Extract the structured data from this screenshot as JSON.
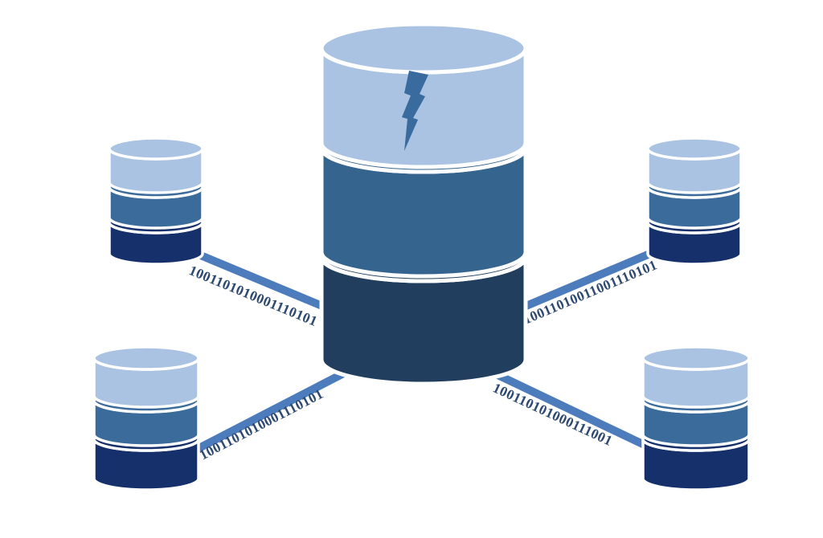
{
  "diagram": {
    "type": "database-replication-diagram",
    "background": "#ffffff",
    "colors": {
      "light": "#aac3e2",
      "medium": "#35648f",
      "satellite_medium": "#3a6b9b",
      "dark": "#223e5e",
      "navy": "#15306b",
      "link": "#4d7cbd",
      "binary_text": "#2e4a70",
      "bolt": "#3a6b9e",
      "separator": "#ffffff"
    },
    "central_database": {
      "name": "central-database",
      "segments": [
        "light",
        "medium",
        "dark"
      ],
      "icon": "lightning-bolt"
    },
    "satellites": [
      {
        "position": "top-left",
        "segments": [
          "light",
          "satellite_medium",
          "navy"
        ]
      },
      {
        "position": "top-right",
        "segments": [
          "light",
          "satellite_medium",
          "navy"
        ]
      },
      {
        "position": "bottom-left",
        "segments": [
          "light",
          "satellite_medium",
          "navy"
        ]
      },
      {
        "position": "bottom-right",
        "segments": [
          "light",
          "satellite_medium",
          "navy"
        ]
      }
    ],
    "links": [
      {
        "from": "central-database",
        "to": "top-left",
        "binary": "1001101010001110101"
      },
      {
        "from": "central-database",
        "to": "top-right",
        "binary": "10011010011001110101"
      },
      {
        "from": "central-database",
        "to": "bottom-left",
        "binary": "1001101010001110101"
      },
      {
        "from": "central-database",
        "to": "bottom-right",
        "binary": "100110101000111001"
      }
    ]
  }
}
